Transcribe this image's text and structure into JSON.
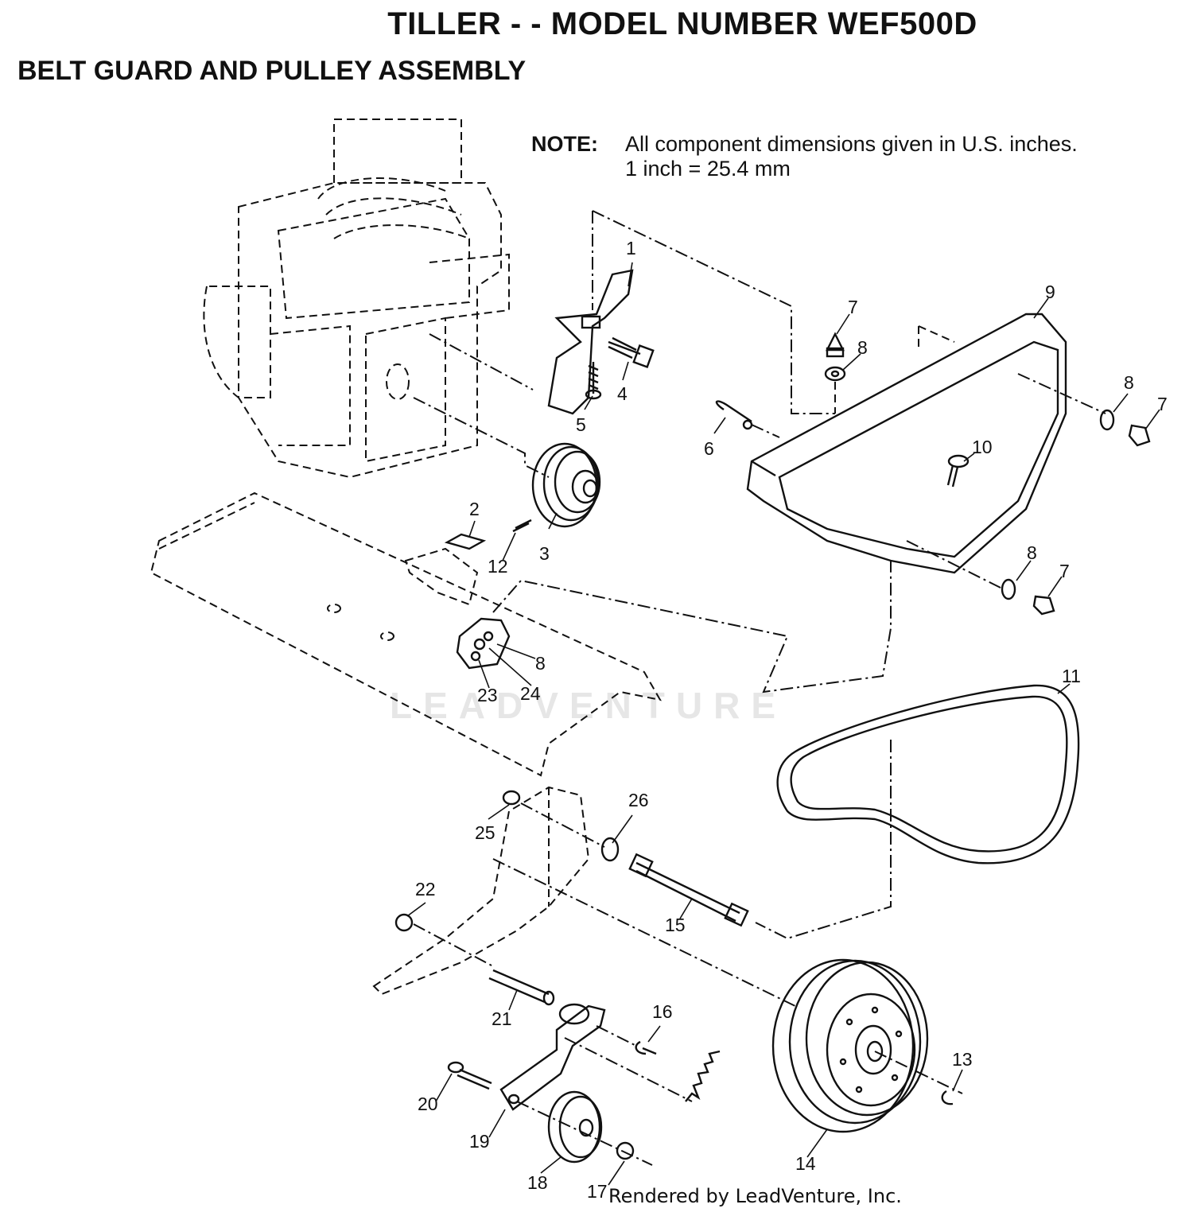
{
  "header": {
    "title": "TILLER - - MODEL NUMBER WEF500D",
    "subtitle": "BELT GUARD AND PULLEY ASSEMBLY"
  },
  "note": {
    "label": "NOTE:",
    "line1": "All component dimensions given in U.S. inches.",
    "line2": "1 inch = 25.4 mm"
  },
  "watermark": "LEADVENTURE",
  "footer": "Rendered by LeadVenture, Inc.",
  "callouts": {
    "c1": "1",
    "c2": "2",
    "c3": "3",
    "c4": "4",
    "c5": "5",
    "c6": "6",
    "c7a": "7",
    "c7b": "7",
    "c7c": "7",
    "c8a": "8",
    "c8b": "8",
    "c8c": "8",
    "c8d": "8",
    "c9": "9",
    "c10": "10",
    "c11": "11",
    "c12": "12",
    "c13": "13",
    "c14": "14",
    "c15": "15",
    "c16": "16",
    "c17": "17",
    "c18": "18",
    "c19": "19",
    "c20": "20",
    "c21": "21",
    "c22": "22",
    "c23": "23",
    "c24": "24",
    "c25": "25",
    "c26": "26"
  }
}
